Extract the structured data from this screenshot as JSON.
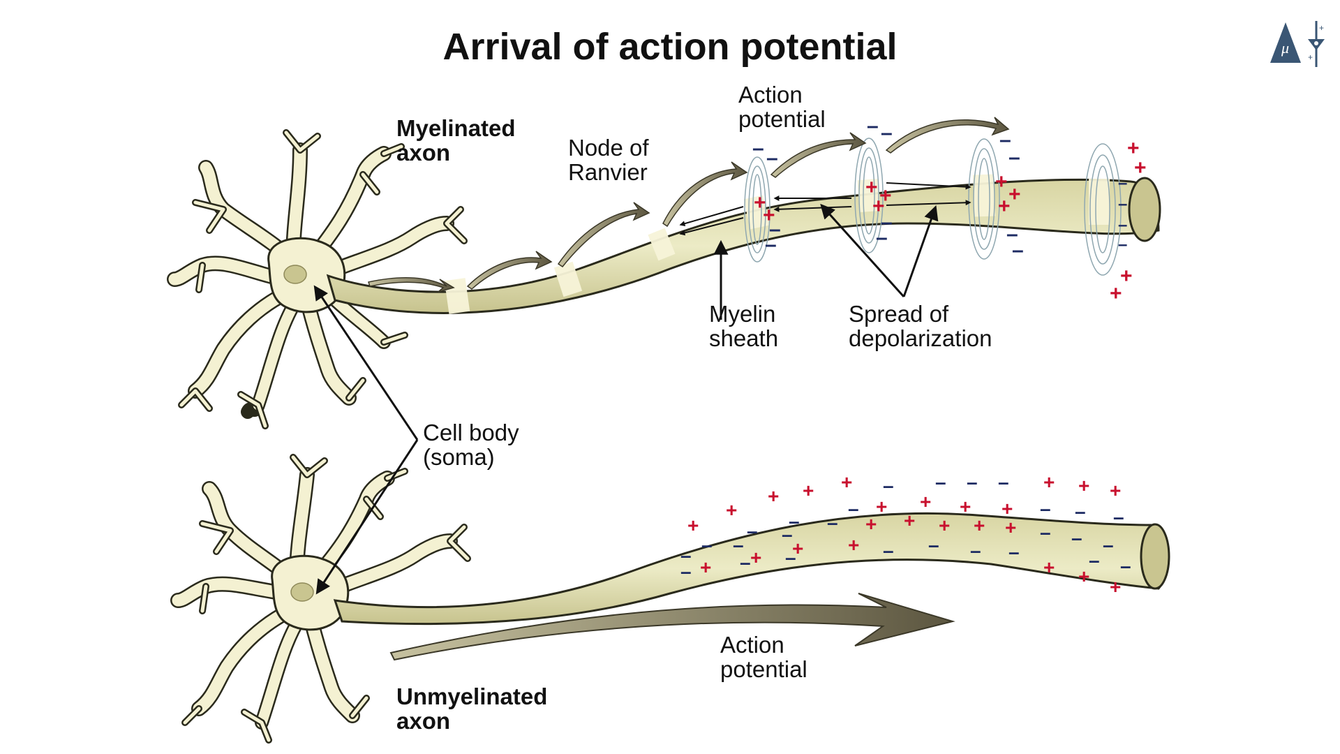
{
  "title": "Arrival of action potential",
  "labels": {
    "myelinated_axon": [
      "Myelinated",
      "axon"
    ],
    "unmyelinated_axon": [
      "Unmyelinated",
      "axon"
    ],
    "node_of_ranvier": [
      "Node of",
      "Ranvier"
    ],
    "action_potential_top": [
      "Action",
      "potential"
    ],
    "myelin_sheath": [
      "Myelin",
      "sheath"
    ],
    "spread_of_depolarization": [
      "Spread of",
      "depolarization"
    ],
    "cell_body": [
      "Cell body",
      "(soma)"
    ],
    "action_potential_bottom": [
      "Action",
      "potential"
    ]
  },
  "symbols": {
    "plus": "+",
    "minus": "–"
  },
  "icons": {
    "logo": "mu-pyramid-logo-icon"
  },
  "colors": {
    "axon_fill": "#e6e4b8",
    "axon_dark": "#c9c590",
    "node_fill": "#f4f1d2",
    "outline": "#2a2a1c",
    "arrow_fill": "#7d765a",
    "plus": "#c8102e",
    "minus": "#1d2b63",
    "ripple": "#8fa7b0",
    "logo": "#3a5674"
  }
}
